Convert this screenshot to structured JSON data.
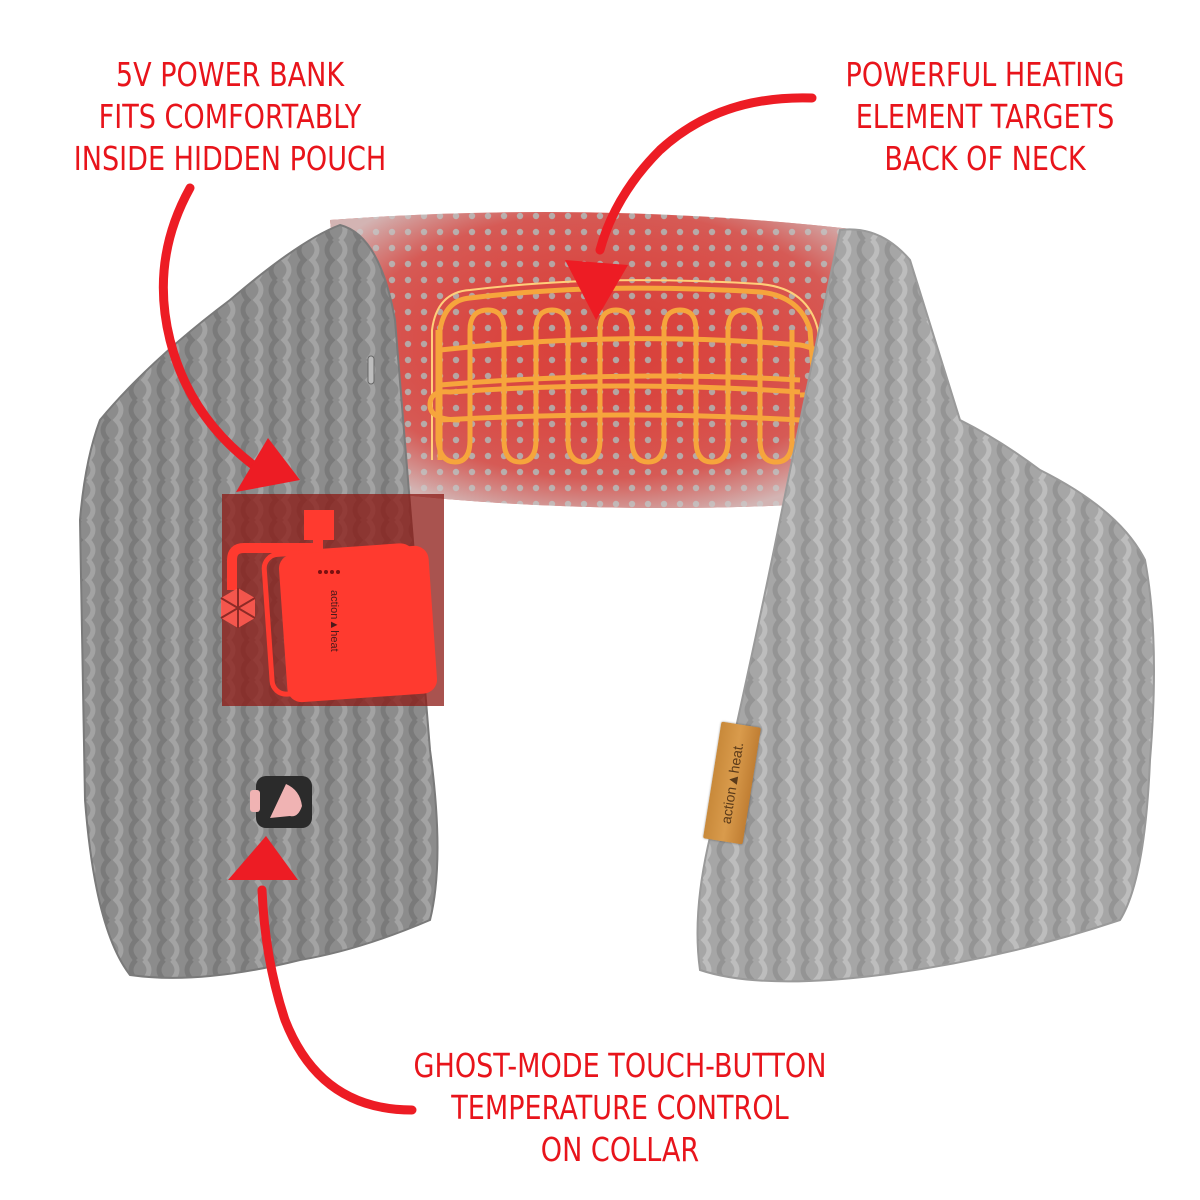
{
  "callouts": {
    "power_bank": {
      "lines": [
        "5V POWER BANK",
        "FITS COMFORTABLY",
        "INSIDE HIDDEN POUCH"
      ]
    },
    "heating_element": {
      "lines": [
        "POWERFUL HEATING",
        "ELEMENT TARGETS",
        "BACK OF NECK"
      ]
    },
    "touch_button": {
      "lines": [
        "GHOST-MODE TOUCH-BUTTON",
        "TEMPERATURE CONTROL",
        "ON COLLAR"
      ]
    }
  },
  "brand": {
    "label_text": "action▲heat.",
    "power_bank_text": "action▲heat"
  },
  "colors": {
    "accent_red": "#e8141b",
    "scarf_gray": "#8e8e8e",
    "heat_red": "#e33b36",
    "coil_orange": "#f4a23a",
    "leather_tag": "#cf9044",
    "button_black": "#2b2b2b",
    "button_pink": "#f0b3b3"
  },
  "icons": {
    "arrows": [
      "arrow-to-pouch-icon",
      "arrow-to-heating-element-icon",
      "arrow-to-button-icon"
    ],
    "power_bank": "power-bank-icon",
    "usb_connector": "usb-connector-icon",
    "touch_button": "touch-button-icon"
  }
}
